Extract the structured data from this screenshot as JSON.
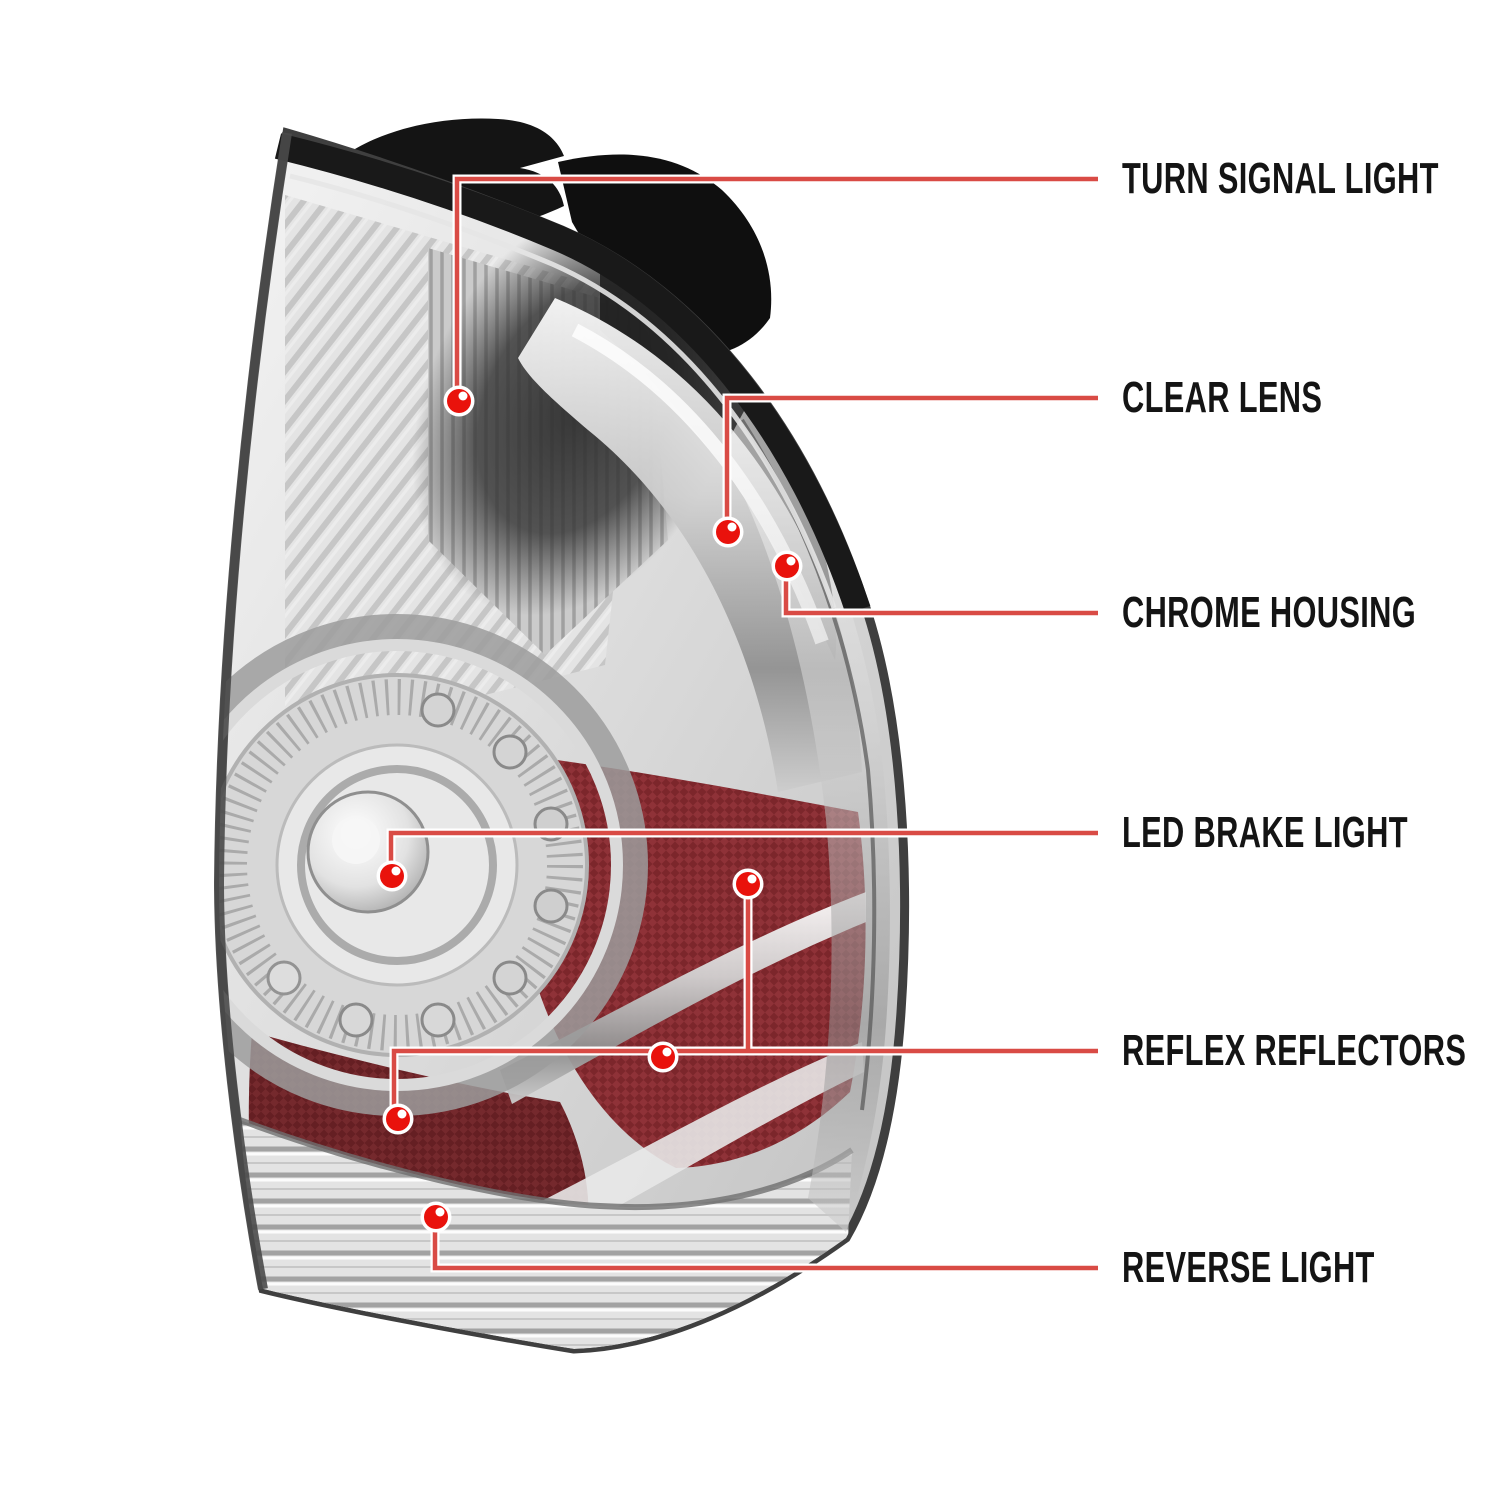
{
  "diagram": {
    "subject": "chrome-tail-light",
    "background_color": "#ffffff",
    "callouts": [
      {
        "label": "TURN SIGNAL LIGHT",
        "dots": 1
      },
      {
        "label": "CLEAR LENS",
        "dots": 1
      },
      {
        "label": "CHROME HOUSING",
        "dots": 1
      },
      {
        "label": "LED BRAKE LIGHT",
        "dots": 1
      },
      {
        "label": "REFLEX REFLECTORS",
        "dots": 3
      },
      {
        "label": "REVERSE LIGHT",
        "dots": 1
      }
    ],
    "colors": {
      "callout_line": "#d94b45",
      "callout_line_casing": "#ffffff",
      "callout_dot": "#e9120c",
      "dot_ring": "#ffffff",
      "label_text": "#141414"
    }
  }
}
